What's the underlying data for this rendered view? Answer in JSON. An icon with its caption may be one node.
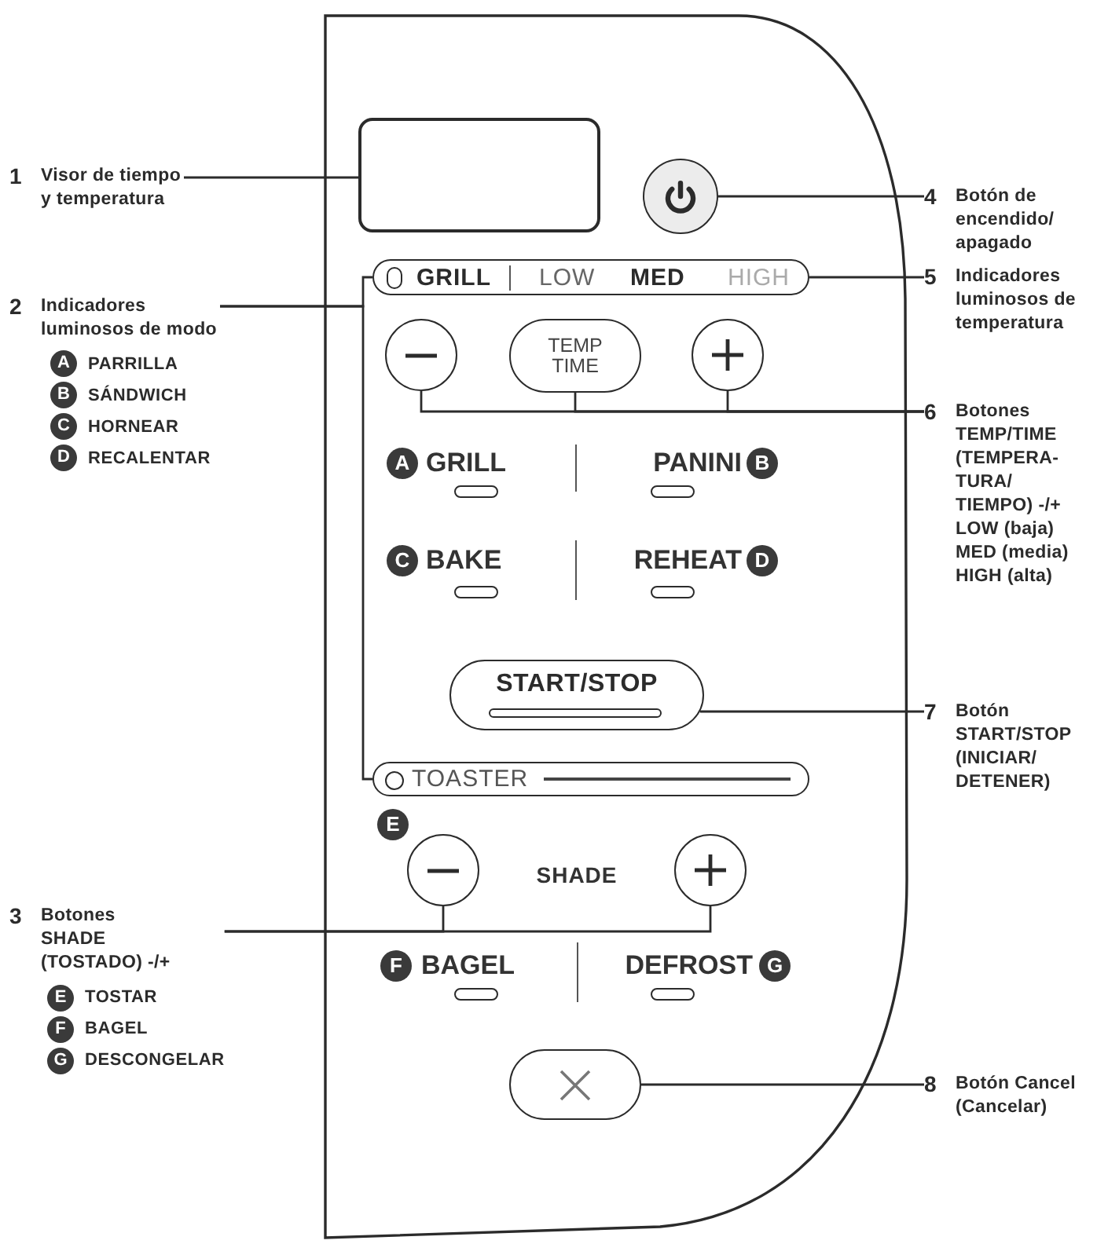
{
  "diagram": {
    "nodes": [
      {
        "text": [
          "1",
          "Visor de tiempo y temperatura"
        ]
      },
      {
        "text": [],
        "shape": "box"
      },
      {
        "text": [],
        "shape": "circle"
      },
      {
        "text": [
          "4",
          "Botón de encendido/ apagado"
        ]
      },
      {
        "text": [
          "2",
          "Indicadores luminosos de modo",
          "A",
          "PARRILLA",
          "B",
          "SÁNDWICH",
          "C",
          "HORNEAR",
          "D",
          "RECALENTAR"
        ]
      },
      {
        "text": [
          "GRILL",
          "LOW",
          "MED",
          "HIGH"
        ]
      },
      {
        "text": [
          "5",
          "Indicadores luminosos de temperatura"
        ]
      },
      {
        "text": [],
        "shape": "circle"
      },
      {
        "text": [
          "TEMP TIME"
        ]
      },
      {
        "text": [],
        "shape": "circle"
      },
      {
        "text": [
          "6",
          "Botones TEMP/TIME (TEMPERA- TURA/ TIEMPO) -/+ LOW (baja) MED (media) HIGH (alta)"
        ]
      },
      {
        "text": [
          "A"
        ],
        "beside": [
          "GRILL"
        ]
      },
      {
        "text": [
          "B"
        ],
        "beside": [
          "PANINI"
        ]
      },
      {
        "text": [
          "C"
        ],
        "beside": [
          "BAKE"
        ]
      },
      {
        "text": [
          "D"
        ],
        "beside": [
          "REHEAT"
        ]
      },
      {
        "text": [
          "START/STOP"
        ]
      },
      {
        "text": [
          "7",
          "Botón START/STOP (INICIAR/ DETENER)"
        ]
      },
      {
        "text": [
          "TOASTER"
        ]
      },
      {
        "text": [
          "E"
        ]
      },
      {
        "text": [],
        "shape": "circle"
      },
      {
        "text": [],
        "shape": "circle"
      },
      {
        "text": [
          "3",
          "Botones SHADE (TOSTADO) -/+",
          "E",
          "TOSTAR",
          "F",
          "BAGEL",
          "G",
          "DESCONGELAR"
        ]
      },
      {
        "text": [
          "F"
        ],
        "beside": [
          "BAGEL"
        ]
      },
      {
        "text": [
          "G"
        ],
        "beside": [
          "DEFROST"
        ]
      },
      {
        "text": [],
        "shape": "box"
      },
      {
        "text": [
          "8",
          "Botón Cancel (Cancelar)"
        ]
      }
    ],
    "edges": [
      {
        "from": 0,
        "to": 1,
        "arrow": "none"
      },
      {
        "from": 3,
        "to": 2,
        "arrow": "none"
      },
      {
        "from": 4,
        "to": 5,
        "arrow": "none"
      },
      {
        "from": 4,
        "to": 17,
        "arrow": "none"
      },
      {
        "from": 6,
        "to": 5,
        "arrow": "none"
      },
      {
        "from": 10,
        "to": 7,
        "arrow": "none"
      },
      {
        "from": 10,
        "to": 8,
        "arrow": "none"
      },
      {
        "from": 10,
        "to": 9,
        "arrow": "none"
      },
      {
        "from": 16,
        "to": 15,
        "arrow": "none"
      },
      {
        "from": 21,
        "to": 19,
        "arrow": "none"
      },
      {
        "from": 21,
        "to": 20,
        "arrow": "none"
      },
      {
        "from": 25,
        "to": 24,
        "arrow": "none"
      }
    ],
    "labels": [
      "SHADE"
    ]
  }
}
